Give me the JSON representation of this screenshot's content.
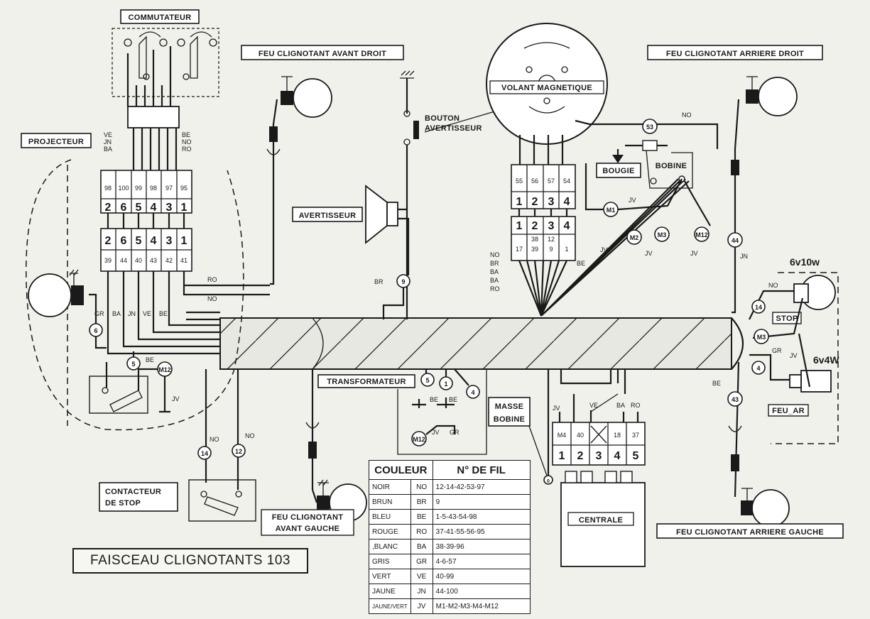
{
  "diagram": {
    "title": "FAISCEAU CLIGNOTANTS 103",
    "components": {
      "commutateur": "COMMUTATEUR",
      "projecteur": "PROJECTEUR",
      "feu_av_droit": "FEU CLIGNOTANT AVANT DROIT",
      "bouton_avertisseur_1": "BOUTON",
      "bouton_avertisseur_2": "AVERTISSEUR",
      "avertisseur": "AVERTISSEUR",
      "volant": "VOLANT MAGNETIQUE",
      "bougie": "BOUGIE",
      "bobine": "BOBINE",
      "feu_ar_droit": "FEU CLIGNOTANT ARRIERE DROIT",
      "stop": "STOP",
      "feu_ar": "FEU_AR",
      "lamp_6v10w": "6v10w",
      "lamp_6v4w": "6v4W",
      "transformateur": "TRANSFORMATEUR",
      "masse_bobine_1": "MASSE",
      "masse_bobine_2": "BOBINE",
      "centrale": "CENTRALE",
      "contacteur_1": "CONTACTEUR",
      "contacteur_2": "DE STOP",
      "feu_av_gauche_1": "FEU CLIGNOTANT",
      "feu_av_gauche_2": "AVANT GAUCHE",
      "feu_ar_gauche": "FEU CLIGNOTANT ARRIERE GAUCHE"
    },
    "connectors": {
      "left_top_row": [
        "98",
        "100",
        "99",
        "98",
        "97",
        "95"
      ],
      "left_mid_row": [
        "2",
        "6",
        "5",
        "4",
        "3",
        "1"
      ],
      "left_mid2_row": [
        "2",
        "6",
        "5",
        "4",
        "3",
        "1"
      ],
      "left_bot_row": [
        "39",
        "44",
        "40",
        "43",
        "42",
        "41"
      ],
      "mag_top_row": [
        "55",
        "56",
        "57",
        "54"
      ],
      "mag_num_row": [
        "1",
        "2",
        "3",
        "4"
      ],
      "mag_num2_row": [
        "1",
        "2",
        "3",
        "4"
      ],
      "mag_bot_a": [
        "",
        "38",
        "12",
        ""
      ],
      "mag_bot_b": [
        "17",
        "39",
        "9",
        "1"
      ],
      "centrale_top": [
        "M4",
        "40",
        "",
        "18",
        "37"
      ],
      "centrale_num": [
        "1",
        "2",
        "3",
        "4",
        "5"
      ]
    },
    "wire_labels": {
      "ve": "VE",
      "jn": "JN",
      "ba": "BA",
      "be": "BE",
      "no": "NO",
      "ro": "RO",
      "gr": "GR",
      "jv": "JV",
      "br": "BR"
    },
    "circle_labels": {
      "c53": "53",
      "m1": "M1",
      "m2": "M2",
      "m3": "M3",
      "m12": "M12",
      "c44": "44",
      "c14": "14",
      "c4": "4",
      "c43": "43",
      "c9": "9",
      "c6": "6",
      "c5": "5",
      "c1": "1",
      "c12": "12",
      "c0": "0"
    }
  },
  "color_table": {
    "headers": [
      "COULEUR",
      "N° DE FIL"
    ],
    "rows": [
      {
        "name": "NOIR",
        "code": "NO",
        "wires": "12-14-42-53-97"
      },
      {
        "name": "BRUN",
        "code": "BR",
        "wires": "9"
      },
      {
        "name": "BLEU",
        "code": "BE",
        "wires": "1-5-43-54-98"
      },
      {
        "name": "ROUGE",
        "code": "RO",
        "wires": "37-41-55-56-95"
      },
      {
        "name": ",BLANC",
        "code": "BA",
        "wires": "38-39-96"
      },
      {
        "name": "GRIS",
        "code": "GR",
        "wires": "4-6-57"
      },
      {
        "name": "VERT",
        "code": "VE",
        "wires": "40-99"
      },
      {
        "name": "JAUNE",
        "code": "JN",
        "wires": "44-100"
      },
      {
        "name": "JAUNE/VERT",
        "code": "JV",
        "wires": "M1-M2-M3-M4-M12"
      }
    ]
  }
}
